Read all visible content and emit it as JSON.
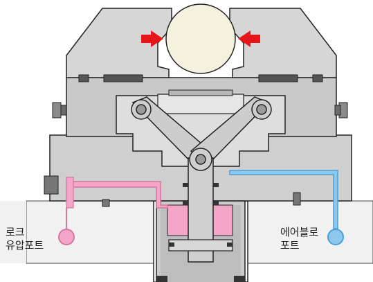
{
  "labels": {
    "lock_port": [
      "로크",
      "유압포트"
    ],
    "air_blow_port": [
      "에어블로",
      "포트"
    ]
  },
  "colors": {
    "hydraulic": "#f4a6c8",
    "hydraulic_line": "#d9739f",
    "air": "#8cc8ee",
    "air_line": "#4a9fd8",
    "body_light": "#d4d4d4",
    "body_mid": "#c6c6c6",
    "body_dark": "#a8a8a8",
    "workpiece": "#f4f1df",
    "arrow": "#e8161b",
    "outline": "#111111"
  },
  "parts": {
    "workpiece": "round-workpiece",
    "clamp_arrows": [
      "left-clamp-arrow",
      "right-clamp-arrow"
    ],
    "ports": [
      "lock-hydraulic-port",
      "air-blow-port"
    ]
  }
}
